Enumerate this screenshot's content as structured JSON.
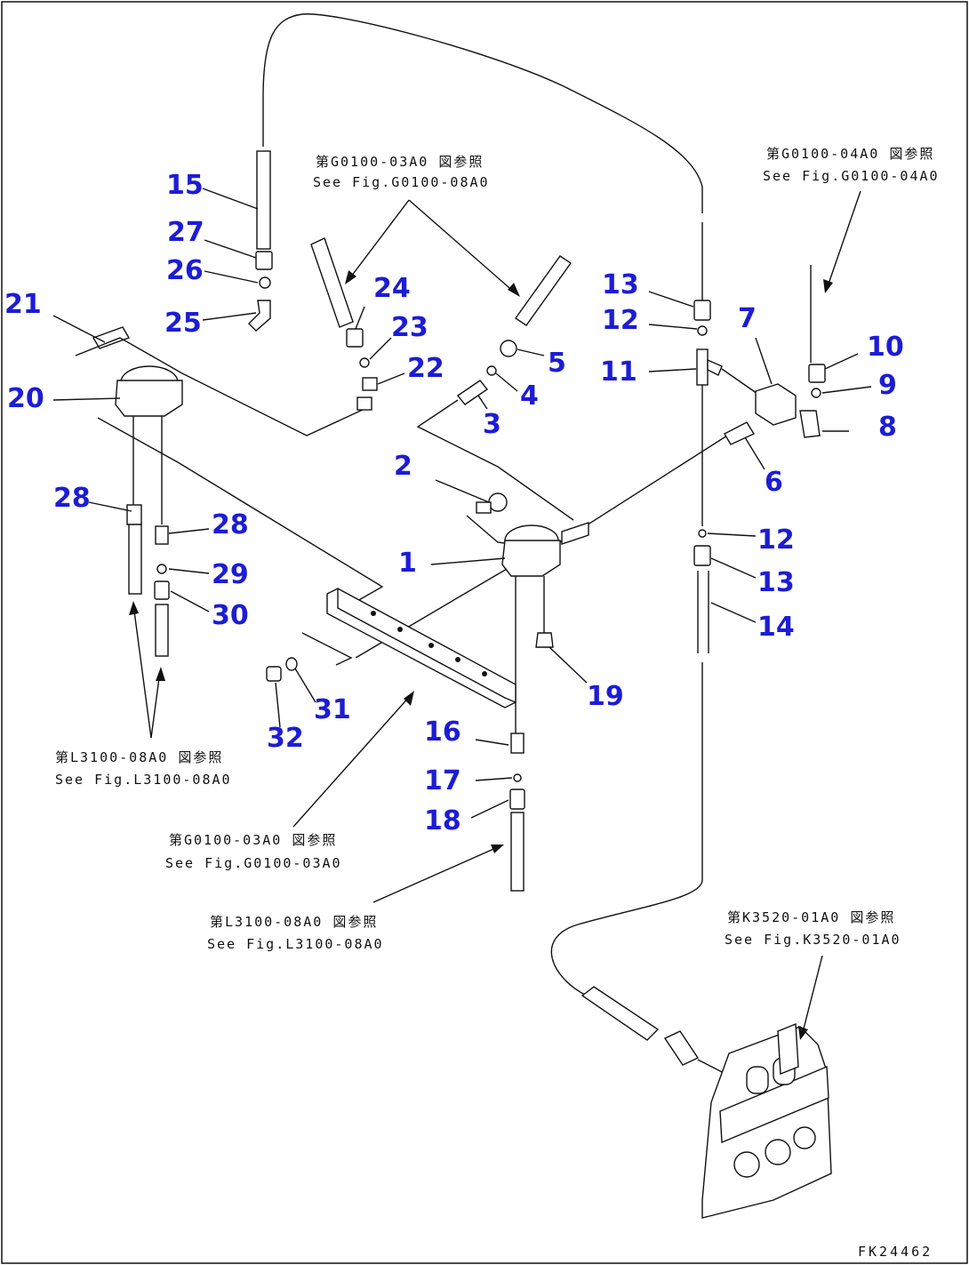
{
  "labels": {
    "n1": "1",
    "n2": "2",
    "n3": "3",
    "n4": "4",
    "n5": "5",
    "n6": "6",
    "n7": "7",
    "n8": "8",
    "n9": "9",
    "n10": "10",
    "n11": "11",
    "n12a": "12",
    "n12b": "12",
    "n13a": "13",
    "n13b": "13",
    "n14": "14",
    "n15": "15",
    "n16": "16",
    "n17": "17",
    "n18": "18",
    "n19": "19",
    "n20": "20",
    "n21": "21",
    "n22": "22",
    "n23": "23",
    "n24": "24",
    "n25": "25",
    "n26": "26",
    "n27": "27",
    "n28a": "28",
    "n28b": "28",
    "n29": "29",
    "n30": "30",
    "n31": "31",
    "n32": "32"
  },
  "refs": {
    "r1_jp": "第G0100-03A0 図参照",
    "r1_en": "See Fig.G0100-08A0",
    "r2_jp": "第G0100-04A0 図参照",
    "r2_en": "See Fig.G0100-04A0",
    "r3_jp": "第L3100-08A0 図参照",
    "r3_en": "See Fig.L3100-08A0",
    "r4_jp": "第G0100-03A0 図参照",
    "r4_en": "See Fig.G0100-03A0",
    "r5_jp": "第L3100-08A0 図参照",
    "r5_en": "See Fig.L3100-08A0",
    "r6_jp": "第K3520-01A0 図参照",
    "r6_en": "See Fig.K3520-01A0"
  },
  "drawing_code": "FK24462"
}
